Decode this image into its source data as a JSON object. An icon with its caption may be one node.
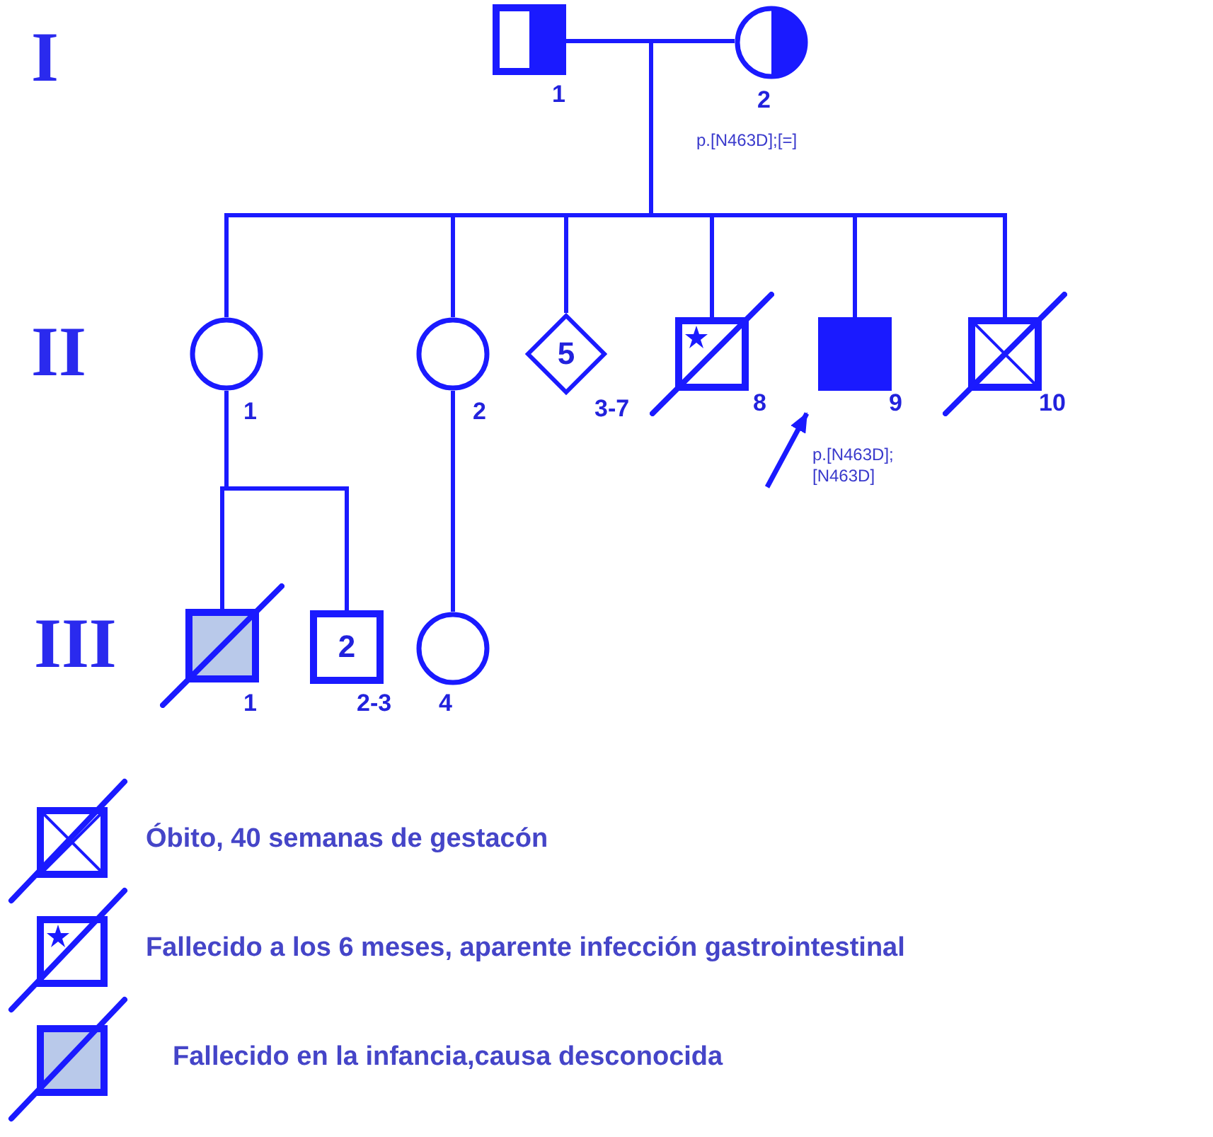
{
  "diagram": {
    "nodes": [
      {
        "text": [],
        "shape": "box",
        "beside": [
          "1"
        ]
      },
      {
        "text": [],
        "shape": "circle",
        "beside": [
          "2",
          "p.[N463D];[=]"
        ]
      },
      {
        "text": [],
        "shape": "circle",
        "beside": [
          "1"
        ]
      },
      {
        "text": [],
        "shape": "circle",
        "beside": [
          "2"
        ]
      },
      {
        "text": [
          "5"
        ],
        "beside": [
          "3-7"
        ]
      },
      {
        "text": [],
        "shape": "box",
        "beside": [
          "8"
        ]
      },
      {
        "text": [],
        "shape": "box",
        "beside": [
          "9",
          "p.[N463D]; [N463D]"
        ]
      },
      {
        "text": [],
        "shape": "box",
        "beside": [
          "10"
        ]
      },
      {
        "text": [],
        "shape": "box",
        "beside": [
          "1"
        ]
      },
      {
        "text": [
          "2"
        ],
        "beside": [
          "2-3"
        ]
      },
      {
        "text": [],
        "shape": "circle",
        "beside": [
          "4"
        ]
      }
    ],
    "edges": [
      {
        "from": 0,
        "to": 1,
        "arrow": "none"
      },
      {
        "from": 0,
        "to": 2,
        "arrow": "none"
      },
      {
        "from": 1,
        "to": 2,
        "arrow": "none"
      },
      {
        "from": 0,
        "to": 3,
        "arrow": "none"
      },
      {
        "from": 1,
        "to": 3,
        "arrow": "none"
      },
      {
        "from": 0,
        "to": 4,
        "arrow": "none"
      },
      {
        "from": 1,
        "to": 4,
        "arrow": "none"
      },
      {
        "from": 0,
        "to": 5,
        "arrow": "none"
      },
      {
        "from": 1,
        "to": 5,
        "arrow": "none"
      },
      {
        "from": 0,
        "to": 6,
        "arrow": "none"
      },
      {
        "from": 1,
        "to": 6,
        "arrow": "none"
      },
      {
        "from": 0,
        "to": 7,
        "arrow": "none"
      },
      {
        "from": 1,
        "to": 7,
        "arrow": "none"
      },
      {
        "from": 2,
        "to": 8,
        "arrow": "none"
      },
      {
        "from": 2,
        "to": 9,
        "arrow": "none"
      },
      {
        "from": 3,
        "to": 10,
        "arrow": "none"
      },
      {
        "from": null,
        "to": 6,
        "arrow": "to"
      }
    ],
    "labels": [
      "I",
      "II",
      "III"
    ],
    "legend": [
      {
        "text": "Óbito, 40 semanas de gestacón"
      },
      {
        "text": "Fallecido a los 6 meses, aparente infección gastrointestinal"
      },
      {
        "text": "Fallecido en la infancia,causa desconocida"
      }
    ]
  }
}
